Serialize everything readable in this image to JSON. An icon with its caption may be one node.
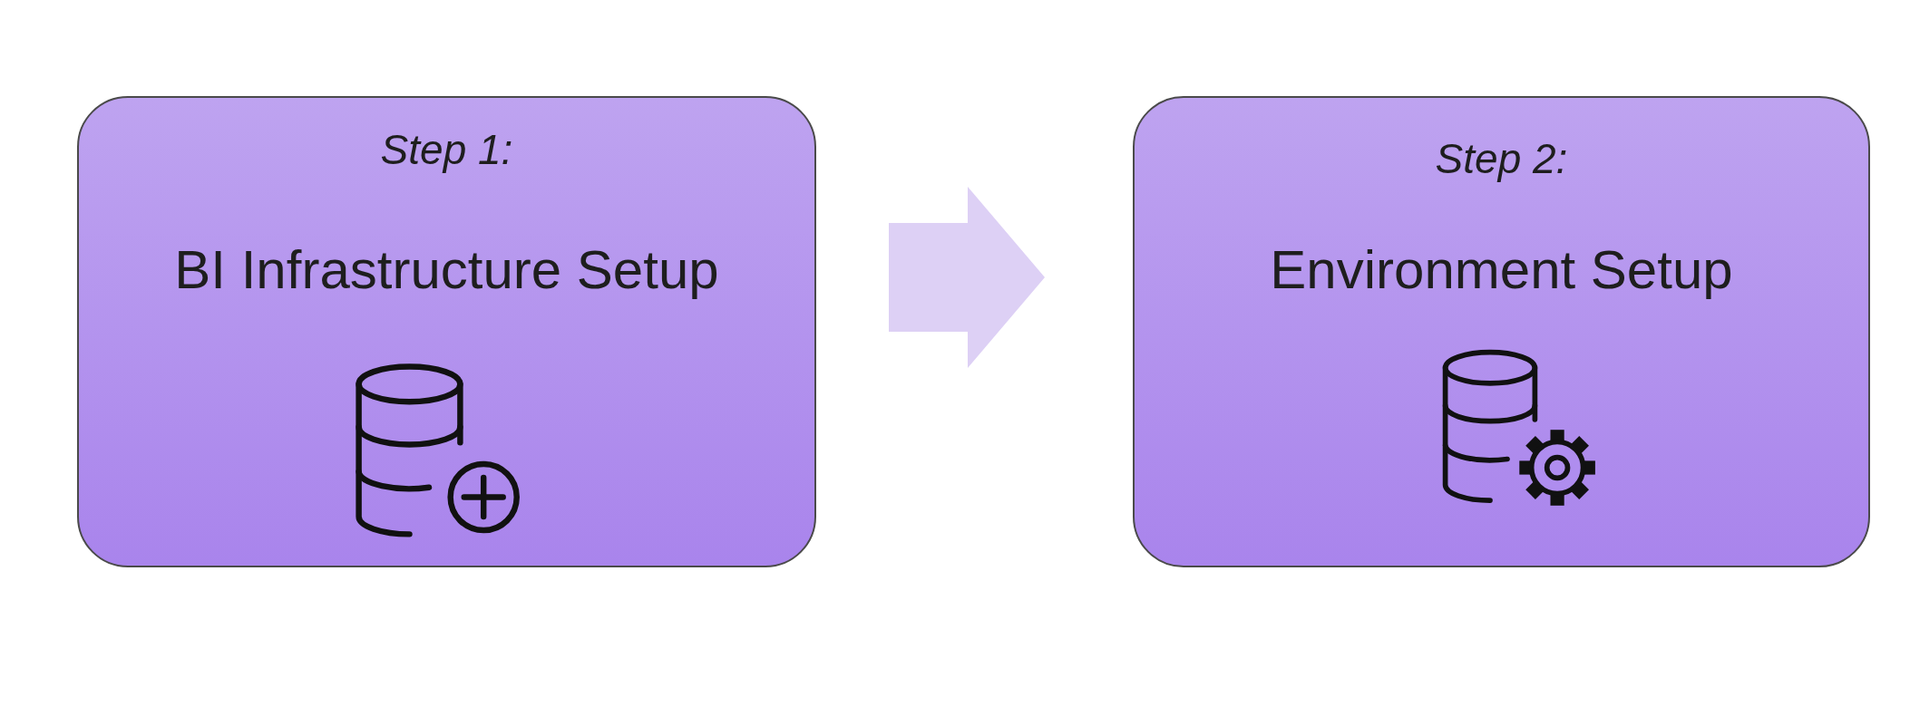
{
  "diagram": {
    "nodes": [
      {
        "text": [
          "Step 1:",
          "BI Infrastructure Setup"
        ]
      },
      {
        "text": [
          "Step 2:",
          "Environment Setup"
        ]
      }
    ],
    "edges": [
      {
        "from": 0,
        "to": 1,
        "arrow": "to"
      }
    ]
  }
}
